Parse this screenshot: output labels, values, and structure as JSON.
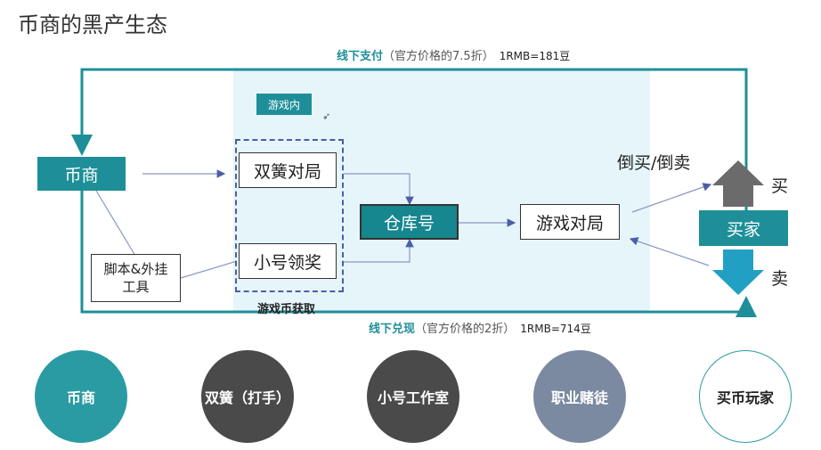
{
  "page": {
    "title": "币商的黑产生态"
  },
  "channels": {
    "top": {
      "label": "线下支付",
      "note": "（官方价格的7.5折）",
      "rate": "1RMB=181豆"
    },
    "bottom": {
      "label": "线下兑现",
      "note": "（官方价格的2折）",
      "rate": "1RMB=714豆"
    }
  },
  "in_game_label": "游戏内",
  "nodes": {
    "coin_merchant": "币商",
    "dual_play": "双簧对局",
    "alt_reward": "小号领奖",
    "warehouse": "仓库号",
    "game_match": "游戏对局",
    "script_tool": "脚本&外挂工具",
    "buyer": "买家",
    "resell": "倒买/倒卖",
    "buy": "买",
    "sell": "卖"
  },
  "coin_acquire_label": "游戏币获取",
  "roles": [
    {
      "label": "币商",
      "color": "#2a9ba3"
    },
    {
      "label": "双簧（打手）",
      "color": "#4a4a4a"
    },
    {
      "label": "小号工作室",
      "color": "#4a4a4a"
    },
    {
      "label": "职业赌徒",
      "color": "#7b8aa1"
    },
    {
      "label": "买币玩家",
      "color": "#ffffff"
    }
  ]
}
